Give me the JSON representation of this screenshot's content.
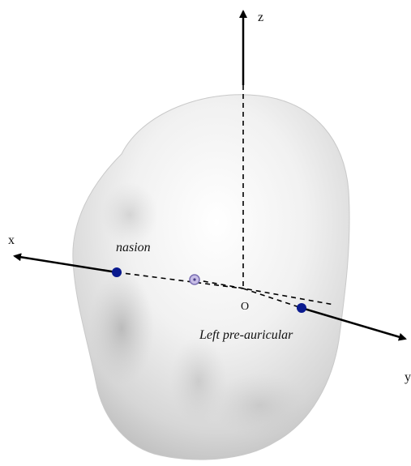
{
  "labels": {
    "z_axis": "z",
    "x_axis": "x",
    "y_axis": "y",
    "origin": "O",
    "nasion": "nasion",
    "left_pre_auricular": "Left pre-auricular"
  },
  "colors": {
    "landmark_fill": "#0a1a8f",
    "origin_marker": "#7a6fb3",
    "axis": "#000000",
    "head_shading": "#d9d9d9"
  }
}
